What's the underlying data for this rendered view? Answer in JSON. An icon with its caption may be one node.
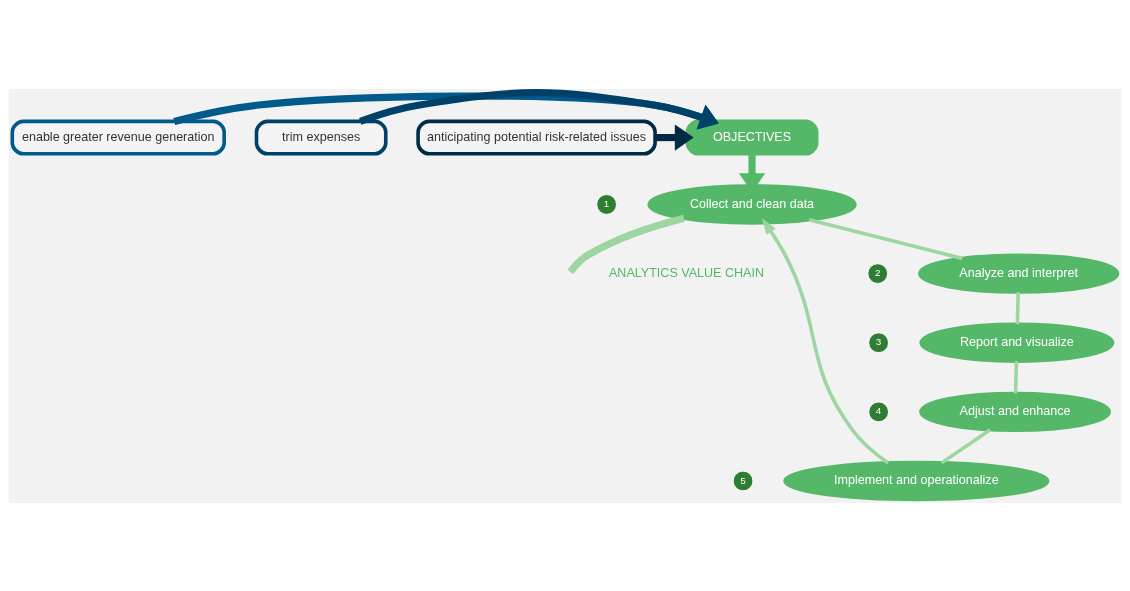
{
  "diagram": {
    "nodes": [
      {
        "text": [
          "OBJECTIVES"
        ]
      },
      {
        "text": [
          "enable greater revenue generation"
        ]
      },
      {
        "text": [
          "trim expenses"
        ]
      },
      {
        "text": [
          "anticipating potential risk-related issues"
        ]
      },
      {
        "text": [
          "Collect and clean data"
        ],
        "beside": [
          "1"
        ]
      },
      {
        "text": [
          "Analyze and interpret"
        ],
        "beside": [
          "2"
        ]
      },
      {
        "text": [
          "Report and visualize"
        ],
        "beside": [
          "3"
        ]
      },
      {
        "text": [
          "Adjust and enhance"
        ],
        "beside": [
          "4"
        ]
      },
      {
        "text": [
          "Implement and operationalize"
        ],
        "beside": [
          "5"
        ]
      }
    ],
    "edges": [
      {
        "from": 1,
        "to": 0,
        "arrow": "to",
        "style": "thick",
        "color": "#005a8c"
      },
      {
        "from": 2,
        "to": 0,
        "arrow": "to",
        "style": "thick",
        "color": "#004169"
      },
      {
        "from": 3,
        "to": 0,
        "arrow": "to",
        "style": "thick",
        "color": "#002b45"
      },
      {
        "from": 0,
        "to": 4,
        "arrow": "to",
        "style": "thick",
        "color": "#55b868"
      },
      {
        "from": 4,
        "to": 5,
        "arrow": "none"
      },
      {
        "from": 5,
        "to": 6,
        "arrow": "none"
      },
      {
        "from": 6,
        "to": 7,
        "arrow": "none"
      },
      {
        "from": 7,
        "to": 8,
        "arrow": "none"
      },
      {
        "from": 8,
        "to": 4,
        "arrow": "to"
      },
      {
        "from": 4,
        "to": null,
        "arrow": "none",
        "style": "thick"
      }
    ],
    "labels": [
      "ANALYTICS VALUE CHAIN"
    ]
  }
}
